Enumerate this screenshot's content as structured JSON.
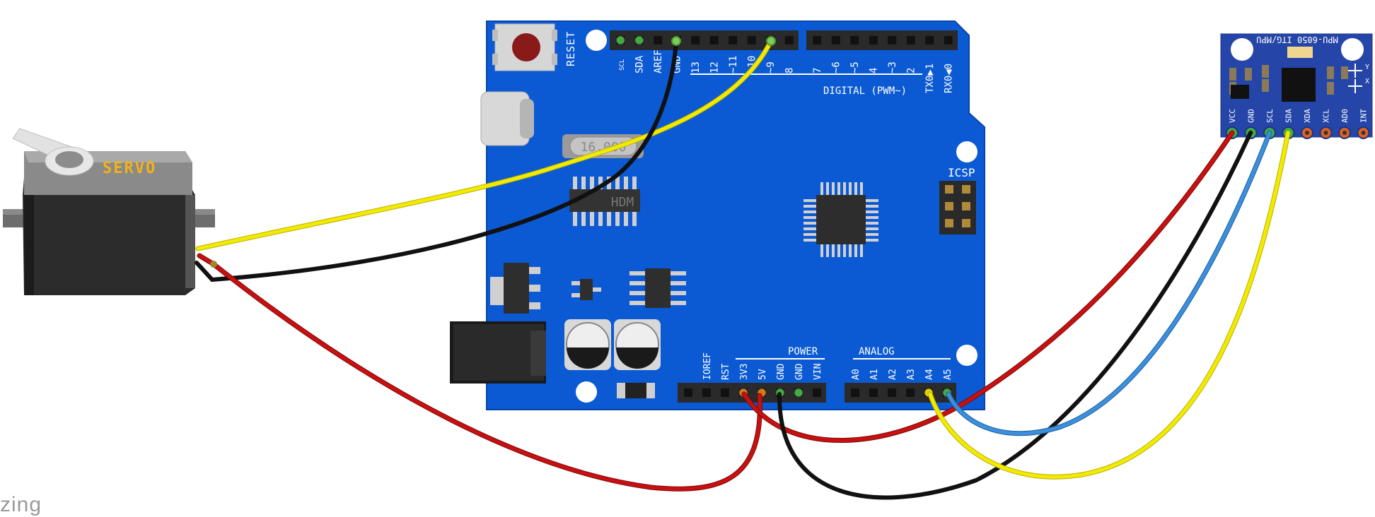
{
  "servo": {
    "label": "SERVO"
  },
  "arduino": {
    "reset_label": "RESET",
    "top_pins": [
      "SCL",
      "SDA",
      "AREF",
      "GND",
      "13",
      "12",
      "~11",
      "~10",
      "~9",
      "8"
    ],
    "top_pins_right": [
      "7",
      "~6",
      "~5",
      "4",
      "~3",
      "2",
      "TX0▶1",
      "RX0◀0"
    ],
    "digital_label": "DIGITAL (PWM~)",
    "crystal_label": "16.000",
    "ic_label": "HDM",
    "icsp_label": "ICSP",
    "power_label": "POWER",
    "power_pins": [
      "IOREF",
      "RST",
      "3V3",
      "5V",
      "GND",
      "GND",
      "VIN"
    ],
    "analog_label": "ANALOG",
    "analog_pins": [
      "A0",
      "A1",
      "A2",
      "A3",
      "A4",
      "A5"
    ]
  },
  "mpu": {
    "title": "MPU-6050 ITG/MPU",
    "pins": [
      "VCC",
      "GND",
      "SCL",
      "SDA",
      "XDA",
      "XCL",
      "AD0",
      "INT"
    ],
    "axis_labels": [
      "Y",
      "X"
    ]
  },
  "watermark": "zing",
  "colors": {
    "board": "#0b5ad4",
    "wire_red": "#c81010",
    "wire_black": "#111111",
    "wire_yellow": "#f2ea00",
    "wire_blue": "#3b8fdc",
    "servo_label": "#f2b21a",
    "mpu_board": "#2546a8"
  }
}
